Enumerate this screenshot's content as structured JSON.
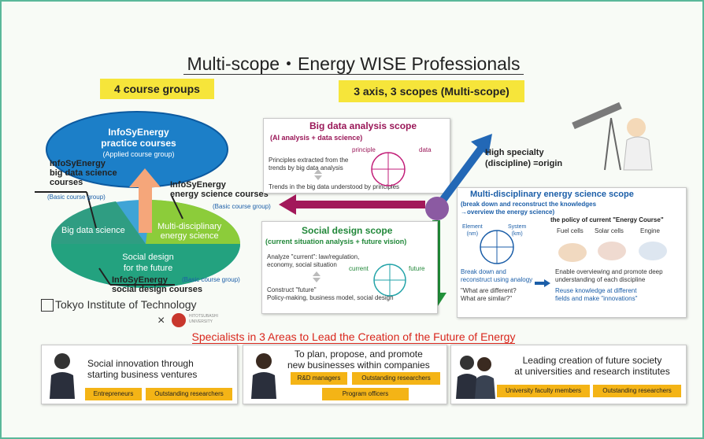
{
  "title": "Multi-scope・Energy WISE Professionals",
  "left_badge": "4 course groups",
  "right_badge": "3 axis, 3 scopes (Multi-scope)",
  "ellipse": {
    "top_title": "InfoSyEnergy\npractice courses",
    "top_sub": "(Applied course group)",
    "big_data_title": "InfoSyEnergy\nbig data science\ncourses",
    "big_data_basic": "(Basic course group)",
    "energy_title": "InfoSyEnergy\nenergy science courses",
    "energy_basic": "(Basic course group)",
    "left_segment": "Big data science",
    "right_segment": "Multi-disciplinary\nenergy science",
    "bottom_segment": "Social design\nfor the future",
    "social_title": "InfoSyEnergy\nsocial design courses",
    "social_basic": "(Basic course group)"
  },
  "logos": {
    "tokyo_tech": "Tokyo Institute of Technology",
    "times": "×",
    "hitotsubashi": "HITOTSUBASHI\nUNIVERSITY"
  },
  "big_data_scope": {
    "title": "Big data analysis scope",
    "subtitle": "(AI analysis + data science)",
    "principle": "principle",
    "data": "data",
    "text1": "Principles extracted from the\ntrends by big data analysis",
    "text2": "Trends in the big data understood by principles"
  },
  "origin_label": "High specialty\n(discipline) =origin",
  "energy_scope": {
    "title": "Multi-disciplinary energy science scope",
    "subtitle": "(break down and reconstruct the knowledges\n→overview the energy science)",
    "element": "Element\n(nm)",
    "system": "System\n(km)",
    "policy": "the policy of current \"Energy Course\"",
    "items": [
      "Fuel cells",
      "Solar cells",
      "Engine"
    ],
    "break_down": "Break down and\nreconstruct using analogy",
    "questions": "\"What are different?\nWhat are similar?\"",
    "enable": "Enable overviewing and promote deep\nunderstanding of each discipline",
    "reuse": "Reuse knowledge at different\nfields and make \"innovations\""
  },
  "social_scope": {
    "title": "Social design scope",
    "subtitle": "(current situation analysis + future vision)",
    "text1": "Analyze \"current\": law/regulation,\neconomy, social situation",
    "current": "current",
    "future": "future",
    "text2": "Construct \"future\"\nPolicy-making, business model, social design"
  },
  "specialists_title": "Specialists in 3 Areas to Lead the Creation of the Future of Energy",
  "areas": [
    {
      "text": "Social innovation through\nstarting business ventures",
      "tags": [
        "Entrepreneurs",
        "Outstanding researchers"
      ]
    },
    {
      "text": "To plan, propose, and promote\nnew businesses within companies",
      "tags": [
        "R&D managers",
        "Outstanding researchers",
        "Program officers"
      ]
    },
    {
      "text": "Leading creation of future society\nat universities and research institutes",
      "tags": [
        "University faculty members",
        "Outstanding researchers"
      ]
    }
  ],
  "colors": {
    "magenta": "#9a1758",
    "blue": "#1b5ea8",
    "green": "#22883a",
    "yellow": "#f6e53a",
    "orange": "#f4b416",
    "red": "#d9261c"
  }
}
